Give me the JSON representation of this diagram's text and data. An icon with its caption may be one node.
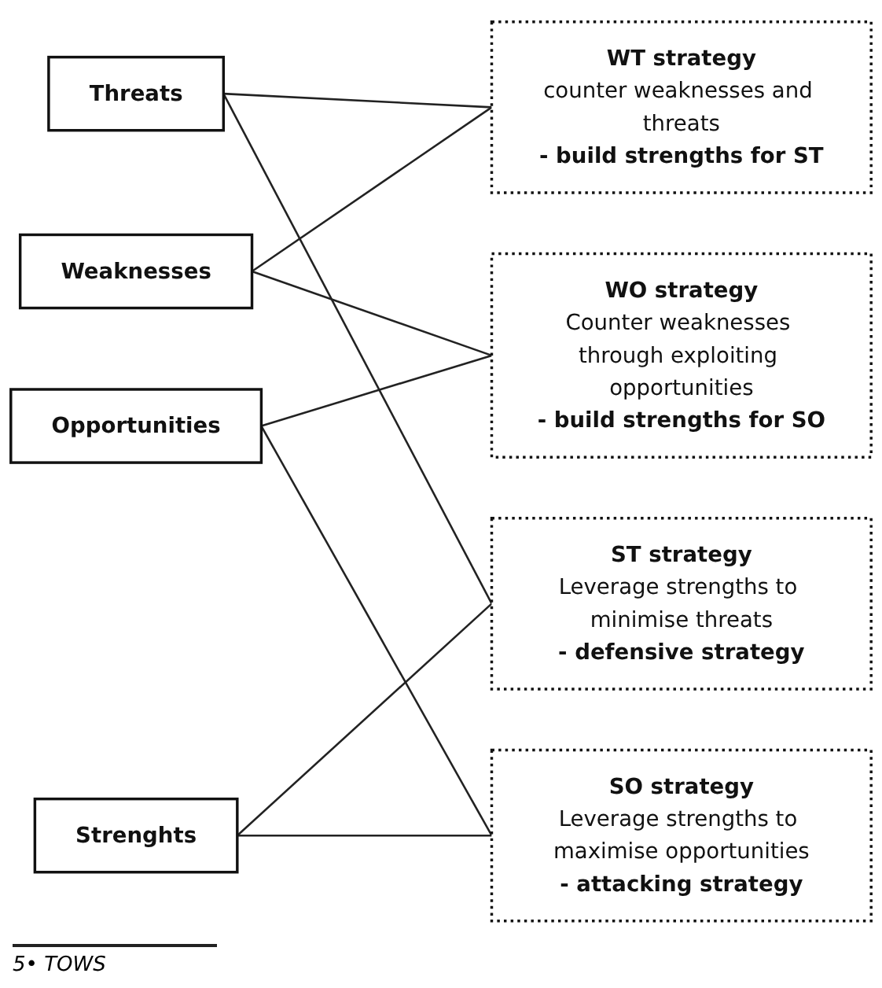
{
  "diagram": {
    "caption": "5• TOWS",
    "nodes": [
      {
        "text": [
          "Threats"
        ]
      },
      {
        "text": [
          "Opportunities"
        ]
      },
      {
        "text": [
          "Weaknesses"
        ]
      },
      {
        "text": [
          "Strenghts"
        ]
      },
      {
        "text": [
          "WT strategy",
          "counter weaknesses and threats",
          "- build strengths for ST"
        ]
      },
      {
        "text": [
          "WO strategy",
          "Counter weaknesses through exploiting opportunities",
          "- build strengths for SO"
        ]
      },
      {
        "text": [
          "ST strategy",
          "Leverage strengths to minimise threats",
          "- defensive strategy"
        ]
      },
      {
        "text": [
          "SO strategy",
          "Leverage strengths to maximise opportunities",
          "- attacking strategy"
        ]
      }
    ],
    "edges": [
      {
        "from": 0,
        "to": 4,
        "arrow": "none"
      },
      {
        "from": 0,
        "to": 6,
        "arrow": "none"
      },
      {
        "from": 1,
        "to": 5,
        "arrow": "none"
      },
      {
        "from": 1,
        "to": 7,
        "arrow": "none"
      },
      {
        "from": 2,
        "to": 4,
        "arrow": "none"
      },
      {
        "from": 2,
        "to": 5,
        "arrow": "none"
      },
      {
        "from": 3,
        "to": 6,
        "arrow": "none"
      },
      {
        "from": 3,
        "to": 7,
        "arrow": "none"
      }
    ]
  }
}
